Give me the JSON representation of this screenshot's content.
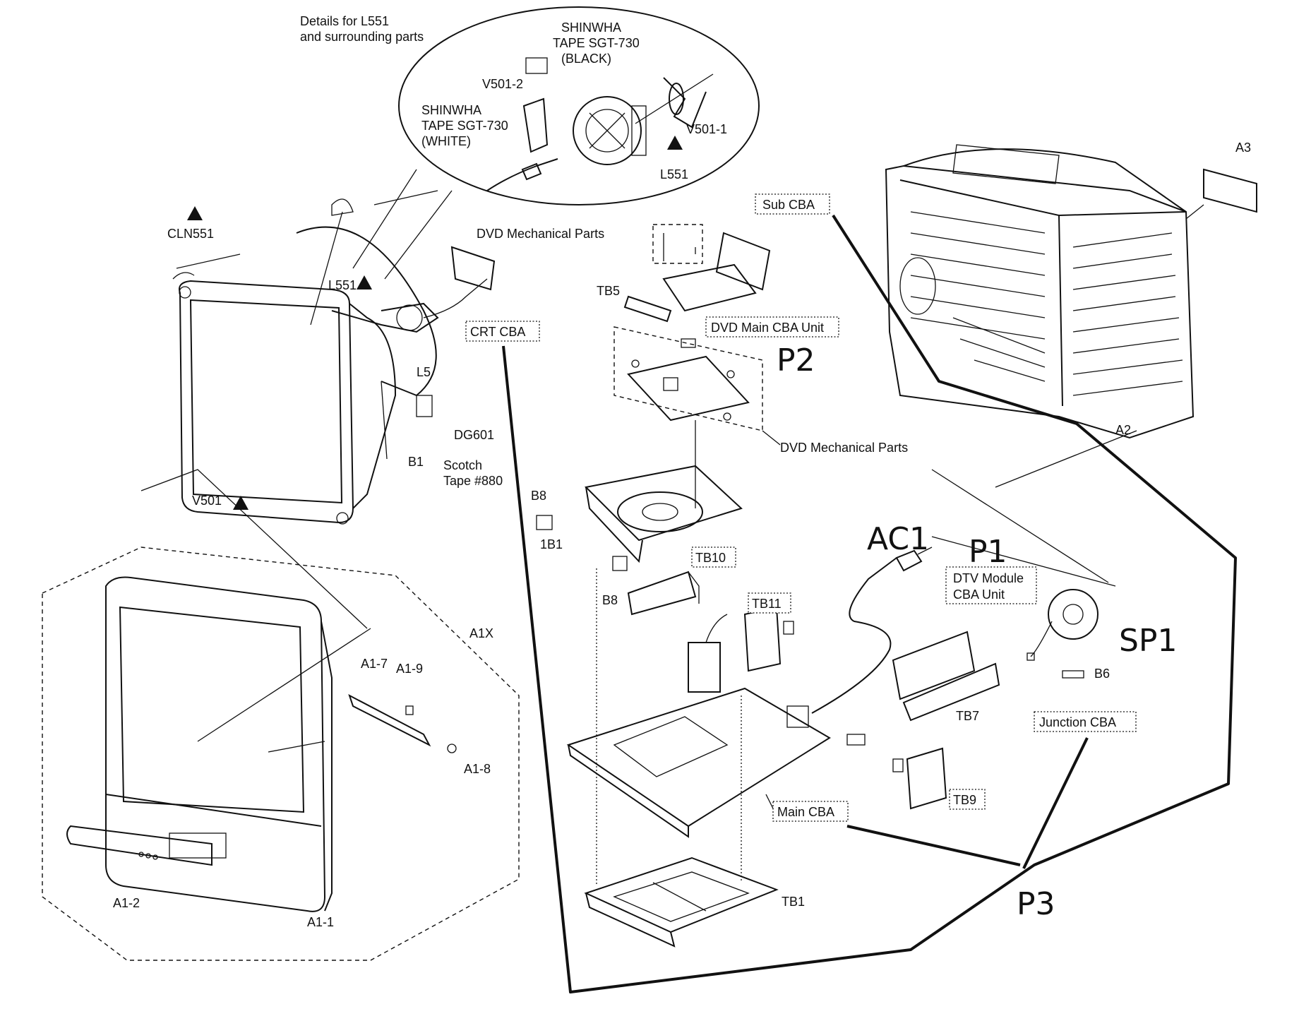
{
  "labels": {
    "details_line1": "Details for L551",
    "details_line2": "and surrounding parts",
    "tape_black_1": "SHINWHA",
    "tape_black_2": "TAPE SGT-730",
    "tape_black_3": "(BLACK)",
    "tape_white_1": "SHINWHA",
    "tape_white_2": "TAPE SGT-730",
    "tape_white_3": "(WHITE)",
    "v501_2": "V501-2",
    "v501_1": "V501-1",
    "l551_detail": "L551",
    "cln551": "CLN551",
    "l551": "L551",
    "l5": "L5",
    "crt_cba": "CRT CBA",
    "dg601": "DG601",
    "b1": "B1",
    "scotch_1": "Scotch",
    "scotch_2": "Tape #880",
    "v501": "V501",
    "a1x": "A1X",
    "a1_7": "A1-7",
    "a1_9": "A1-9",
    "a1_8": "A1-8",
    "a1_2": "A1-2",
    "a1_1": "A1-1",
    "dvd_mech_top": "DVD Mechanical Parts",
    "sub_cba": "Sub CBA",
    "tb5": "TB5",
    "dvd_main_cba": "DVD Main CBA Unit",
    "p2": "P2",
    "dvd_mech_bottom": "DVD Mechanical Parts",
    "b8_top": "B8",
    "ib1": "1B1",
    "tb10": "TB10",
    "b8_bottom": "B8",
    "tb11": "TB11",
    "ac1": "AC1",
    "p1": "P1",
    "dtv_1": "DTV Module",
    "dtv_2": "CBA Unit",
    "tb7": "TB7",
    "sp1": "SP1",
    "b6": "B6",
    "junction_cba": "Junction CBA",
    "tb9": "TB9",
    "main_cba": "Main CBA",
    "p3": "P3",
    "tb1": "TB1",
    "a3": "A3",
    "a2": "A2"
  }
}
